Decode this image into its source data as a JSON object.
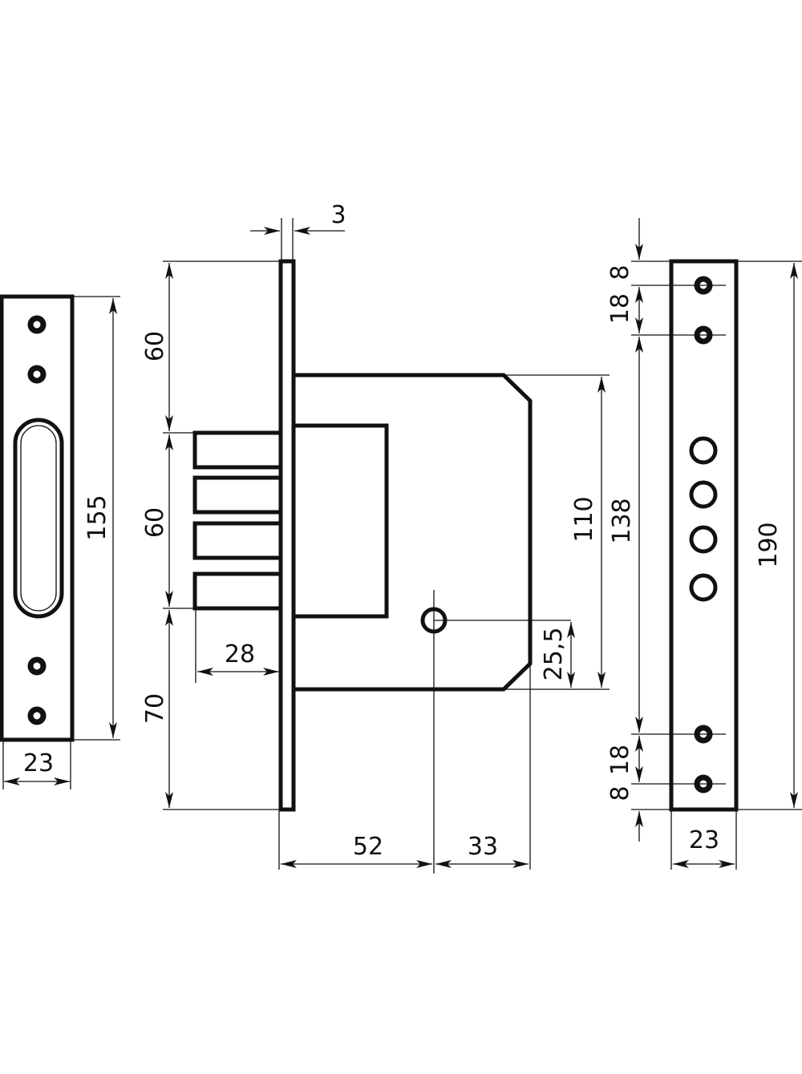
{
  "dimensions": {
    "left_plate": {
      "height": "155",
      "width": "23"
    },
    "lock_body": {
      "faceplate_thickness": "3",
      "top_to_bolts": "60",
      "bolts_span": "60",
      "bolts_to_bottom": "70",
      "bolt_projection": "28",
      "body_height": "110",
      "keyhole_offset": "25,5",
      "backset": "52",
      "keyhole_to_back": "33"
    },
    "right_plate": {
      "top_margin": "8",
      "top_hole_spacing": "18",
      "inner_hole_span": "138",
      "bottom_hole_spacing": "18",
      "bottom_margin": "8",
      "height": "190",
      "width": "23"
    }
  }
}
